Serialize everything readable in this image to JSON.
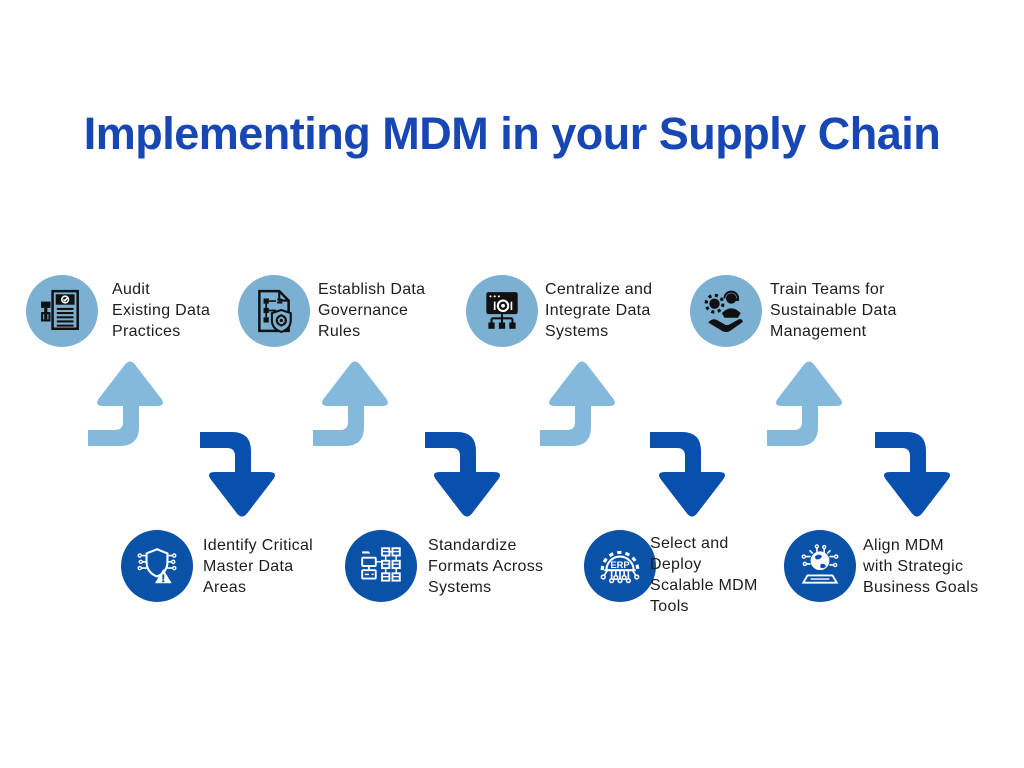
{
  "title": "Implementing MDM in your Supply Chain",
  "colors": {
    "title_blue": "#1747b4",
    "circle_light": "#7bb0d2",
    "circle_dark": "#0a51a8",
    "arrow_light": "#85b9dc",
    "arrow_dark": "#084fae",
    "text_dark": "#1d1d1d",
    "background": "#ffffff",
    "icon_dark": "#111111",
    "icon_light": "#ffffff"
  },
  "steps": [
    {
      "row": "top",
      "icon": "audit-checklist-icon",
      "lines": [
        "Audit",
        "Existing Data",
        "Practices"
      ]
    },
    {
      "row": "bottom",
      "icon": "critical-data-shield-icon",
      "lines": [
        "Identify Critical",
        "Master Data",
        "Areas"
      ]
    },
    {
      "row": "top",
      "icon": "governance-document-icon",
      "lines": [
        "Establish Data",
        "Governance",
        "Rules"
      ]
    },
    {
      "row": "bottom",
      "icon": "standardize-formats-icon",
      "lines": [
        "Standardize",
        "Formats Across",
        "Systems"
      ]
    },
    {
      "row": "top",
      "icon": "integrate-systems-icon",
      "lines": [
        "Centralize and",
        "Integrate Data",
        "Systems"
      ]
    },
    {
      "row": "bottom",
      "icon": "erp-tools-icon",
      "lines": [
        "Select and",
        "Deploy",
        "Scalable MDM",
        "Tools"
      ]
    },
    {
      "row": "top",
      "icon": "train-teams-icon",
      "lines": [
        "Train Teams for",
        "Sustainable Data",
        "Management"
      ]
    },
    {
      "row": "bottom",
      "icon": "align-goals-globe-icon",
      "lines": [
        "Align MDM",
        "with Strategic",
        "Business Goals"
      ]
    }
  ],
  "erp_badge": "ERP",
  "arrows": [
    {
      "direction": "up"
    },
    {
      "direction": "down"
    },
    {
      "direction": "up"
    },
    {
      "direction": "down"
    },
    {
      "direction": "up"
    },
    {
      "direction": "down"
    },
    {
      "direction": "up"
    },
    {
      "direction": "down"
    }
  ]
}
